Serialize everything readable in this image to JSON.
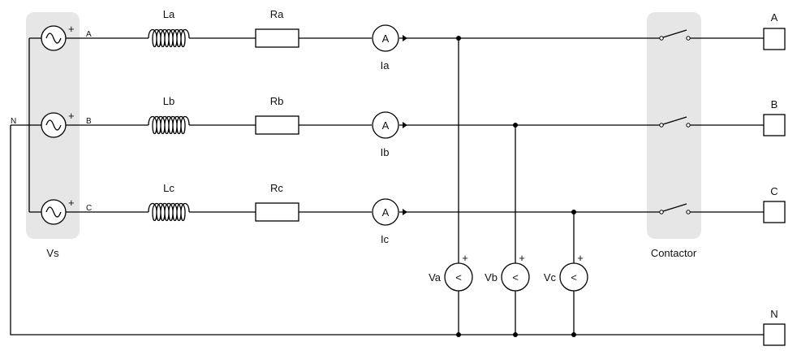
{
  "source": {
    "group_label": "Vs",
    "neutral_label": "N",
    "phase_tags": [
      "A",
      "B",
      "C"
    ],
    "plus_symbol": "+"
  },
  "phases": [
    {
      "inductor": "La",
      "resistor": "Ra",
      "ammeter_symbol": "A",
      "current": "Ia"
    },
    {
      "inductor": "Lb",
      "resistor": "Rb",
      "ammeter_symbol": "A",
      "current": "Ib"
    },
    {
      "inductor": "Lc",
      "resistor": "Rc",
      "ammeter_symbol": "A",
      "current": "Ic"
    }
  ],
  "voltmeters": [
    {
      "label": "Va",
      "symbol": "<",
      "plus": "+"
    },
    {
      "label": "Vb",
      "symbol": "<",
      "plus": "+"
    },
    {
      "label": "Vc",
      "symbol": "<",
      "plus": "+"
    }
  ],
  "contactor": {
    "label": "Contactor"
  },
  "outputs": [
    "A",
    "B",
    "C",
    "N"
  ],
  "colors": {
    "group_background": "#e6e6e6",
    "line": "#000000",
    "background": "#ffffff"
  }
}
